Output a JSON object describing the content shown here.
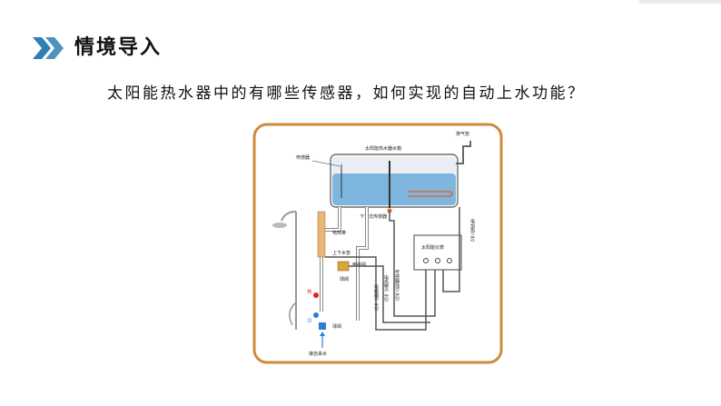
{
  "header": {
    "title": "情境导入",
    "icon": "double-chevron-right-icon",
    "accent_color": "#2f7fb3"
  },
  "question": "太阳能热水器中的有哪些传感器，如何实现的自动上水功能？",
  "diagram": {
    "frame_color": "#d08a3c",
    "labels": {
      "tank": "太阳能热水器水箱",
      "vent": "排气管",
      "sensor": "传感器",
      "lower_sensor": "下置式传感器",
      "electric_heater_vertical": "电加热三芯",
      "heating_tape": "电热带",
      "up_down_pipe": "上下水管",
      "solenoid_valve": "电磁阀",
      "ball_valve_top": "球阀",
      "controller": "太阳能仪表",
      "sensor_wire": "传感器线(三芯)",
      "heating_tape_wire": "电热带(二芯)",
      "solenoid_wire": "电磁阀(二芯)",
      "hot": "热",
      "cold": "冷",
      "ball_valve_bottom": "球阀",
      "tap_water": "接自来水"
    }
  }
}
